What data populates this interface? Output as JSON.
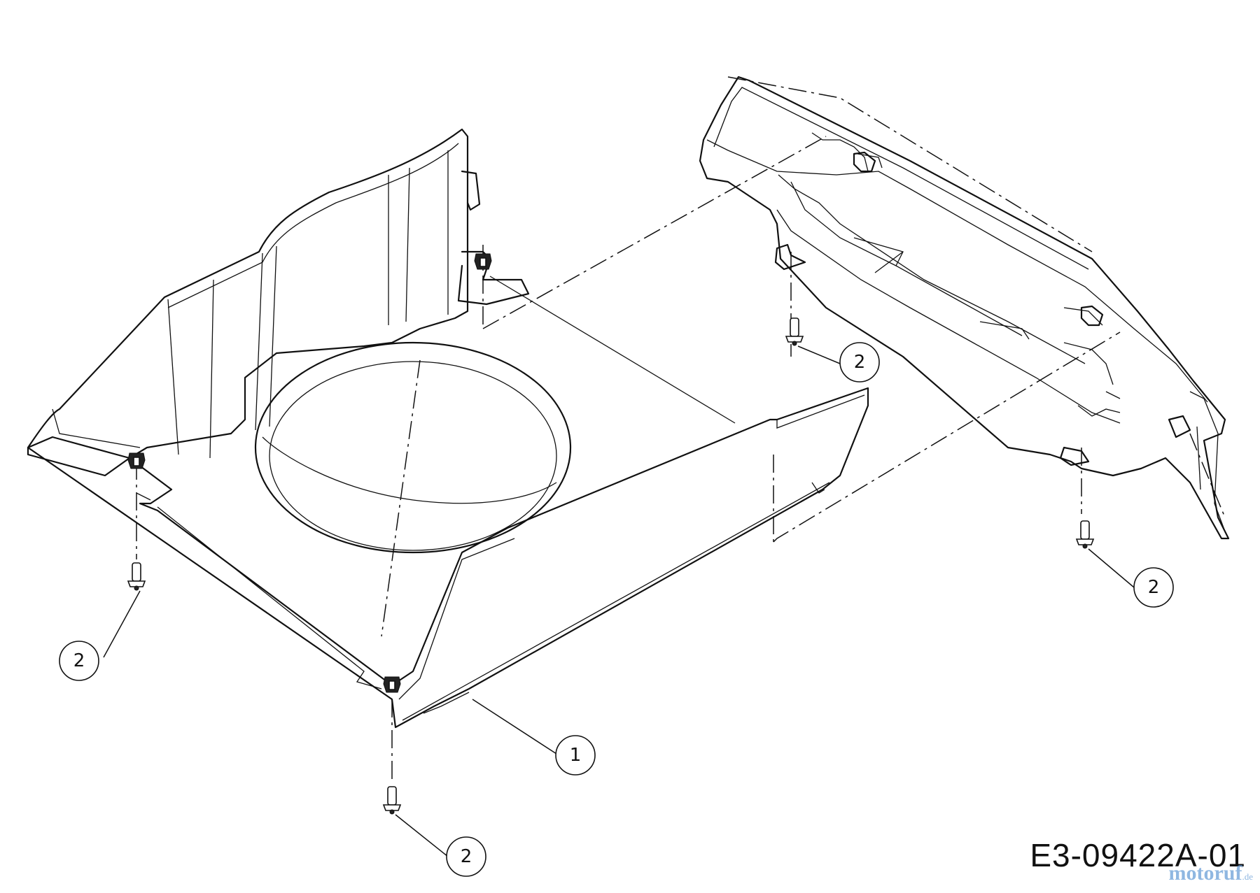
{
  "drawing_code": "E3-09422A-01",
  "watermark": {
    "brand": "motoruf",
    "suffix": ".de"
  },
  "balloons": [
    {
      "label": "2"
    },
    {
      "label": "2"
    },
    {
      "label": "2"
    },
    {
      "label": "2"
    },
    {
      "label": "1"
    }
  ],
  "bottom_balloon": {
    "label": "2"
  }
}
